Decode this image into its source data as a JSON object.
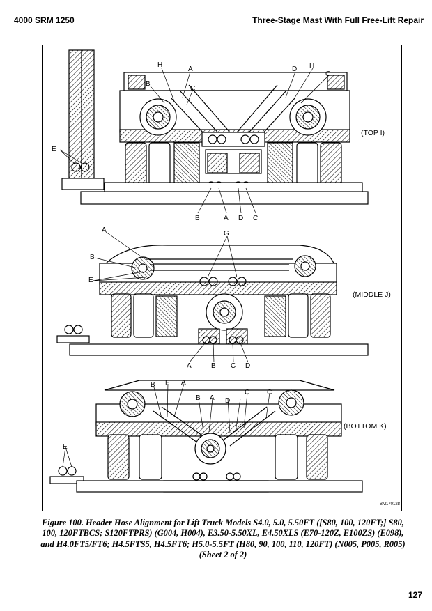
{
  "header": {
    "left": "4000 SRM 1250",
    "right": "Three-Stage Mast With Full Free-Lift Repair"
  },
  "figure": {
    "views": {
      "top": "(TOP I)",
      "middle": "(MIDDLE J)",
      "bottom": "(BOTTOM K)"
    },
    "drawing_code": "BM170128",
    "callouts": {
      "top": [
        "H",
        "A",
        "B",
        "C",
        "D",
        "H",
        "C",
        "E",
        "B",
        "A",
        "D",
        "C"
      ],
      "middle": [
        "A",
        "G",
        "B",
        "E",
        "A",
        "B",
        "C",
        "D"
      ],
      "bottom": [
        "B",
        "F",
        "A",
        "D",
        "C",
        "C",
        "B",
        "A",
        "E"
      ]
    }
  },
  "caption": "Figure 100. Header Hose Alignment for Lift Truck Models S4.0, 5.0, 5.50FT ([S80, 100, 120FT;] S80, 100, 120FTBCS; S120FTPRS) (G004, H004), E3.50-5.50XL, E4.50XLS (E70-120Z, E100ZS) (E098), and H4.0FT5/FT6; H4.5FTS5, H4.5FT6; H5.0-5.5FT (H80, 90, 100, 110, 120FT) (N005, P005, R005) (Sheet 2 of 2)",
  "page_number": "127"
}
